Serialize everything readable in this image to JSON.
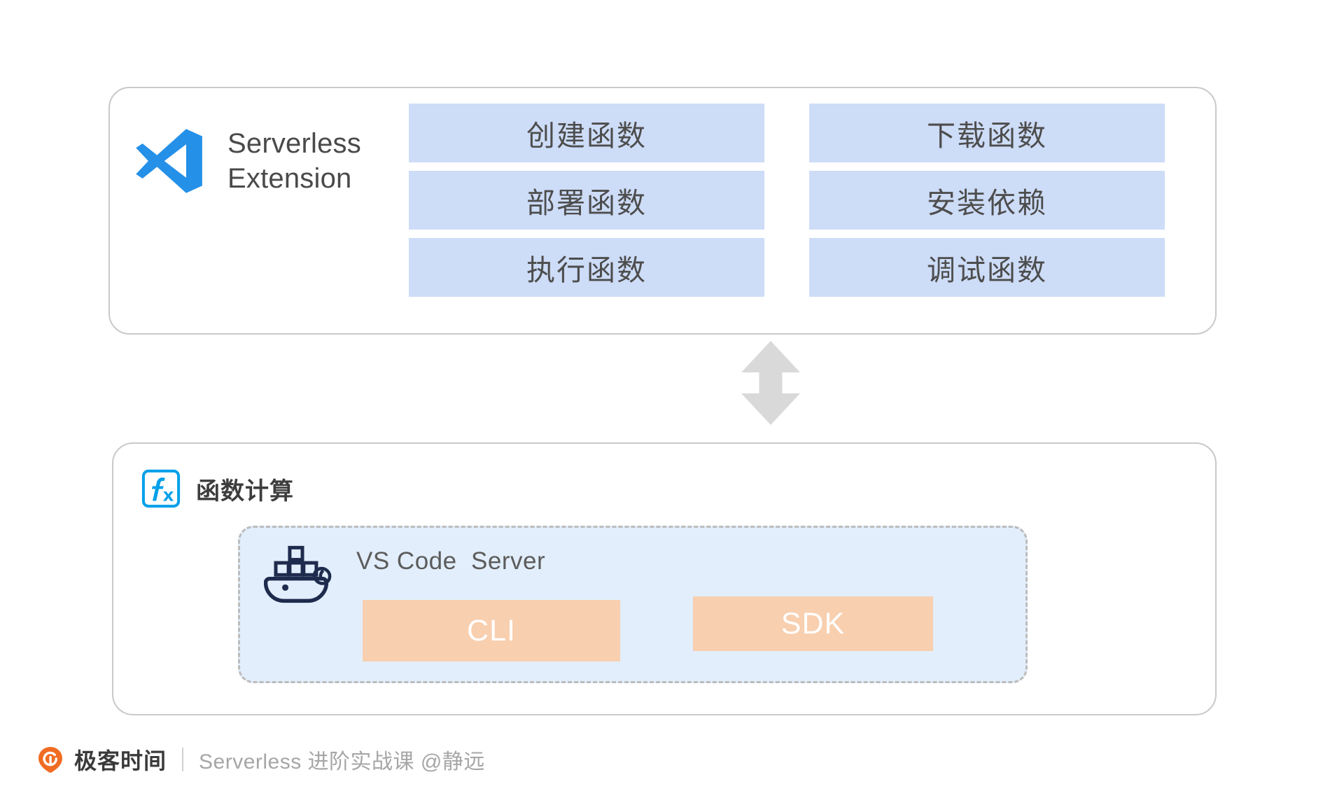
{
  "extension_panel": {
    "brand": {
      "logo_icon": "vscode-logo-icon",
      "title": "Serverless\nExtension"
    },
    "actions_left": [
      {
        "label": "创建函数"
      },
      {
        "label": "部署函数"
      },
      {
        "label": "执行函数"
      }
    ],
    "actions_right": [
      {
        "label": "下载函数"
      },
      {
        "label": "安装依赖"
      },
      {
        "label": "调试函数"
      }
    ]
  },
  "connector": {
    "icon": "double-headed-vertical-arrow-icon",
    "color": "#d9d9d9"
  },
  "fc_panel": {
    "icon": "fx-function-compute-icon",
    "title": "函数计算",
    "server_box": {
      "icon": "docker-whale-icon",
      "label": "VS Code  Server",
      "chips": [
        {
          "label": "CLI"
        },
        {
          "label": "SDK"
        }
      ]
    }
  },
  "footer": {
    "logo_icon": "geektime-logo-icon",
    "brand": "极客时间",
    "subtitle": "Serverless 进阶实战课 @静远"
  },
  "colors": {
    "action_button_bg": "#cddcf7",
    "chip_bg": "#f8cfaf",
    "server_box_bg": "#e2eefb",
    "card_border": "#c9c9c9",
    "vscode_blue": "#2490e8",
    "fx_blue": "#00a0e9",
    "docker_navy": "#1e2b4d",
    "geek_orange": "#f06c23",
    "arrow_gray": "#d9d9d9"
  }
}
